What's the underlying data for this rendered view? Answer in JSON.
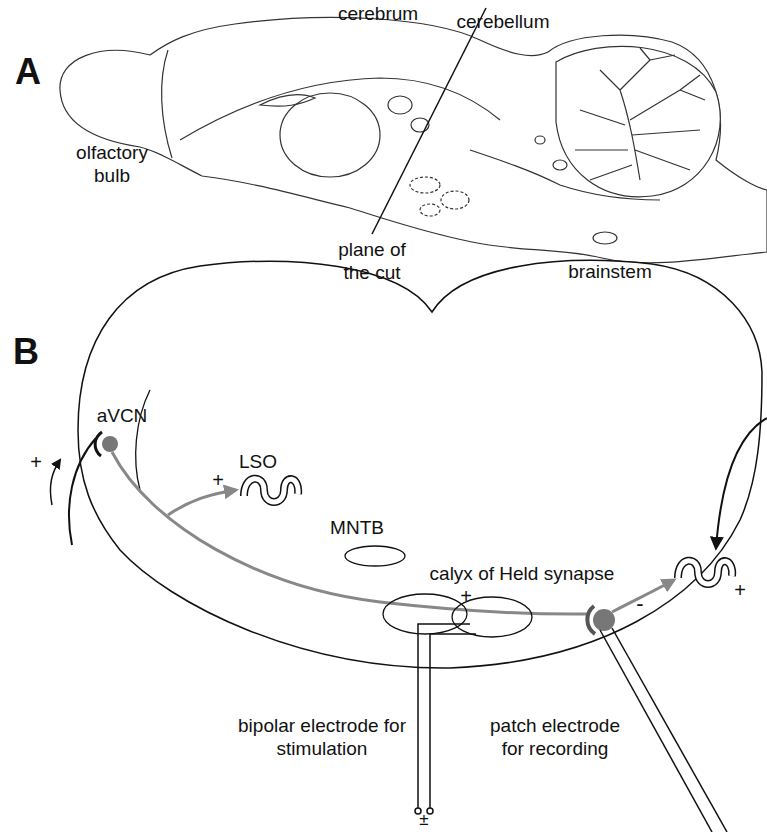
{
  "diagram": {
    "labels": [
      "A",
      "cerebrum",
      "cerebellum",
      "olfactory bulb",
      "plane of the cut",
      "brainstem",
      "B",
      "aVCN",
      "+",
      "LSO",
      "+",
      "MNTB",
      "calyx of Held synapse",
      "+",
      "+",
      "-",
      "bipolar electrode for stimulation",
      "±",
      "patch electrode for recording"
    ]
  }
}
